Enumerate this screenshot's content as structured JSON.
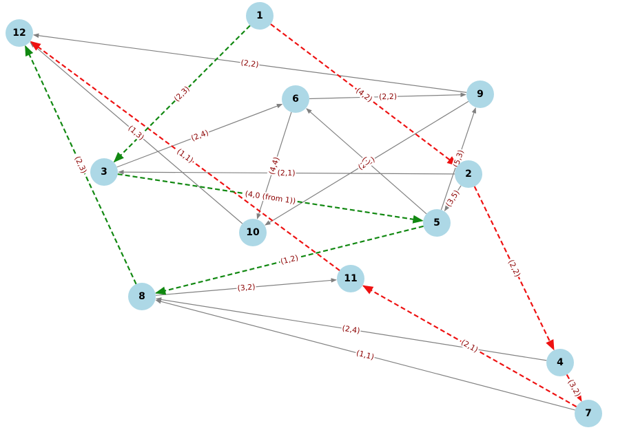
{
  "colors": {
    "node_fill": "#add8e6",
    "edge_normal": "#808080",
    "edge_red": "#ee1111",
    "edge_green": "#118811",
    "label_text": "#8b0000"
  },
  "nodes": [
    {
      "id": "1",
      "label": "1"
    },
    {
      "id": "2",
      "label": "2"
    },
    {
      "id": "3",
      "label": "3"
    },
    {
      "id": "4",
      "label": "4"
    },
    {
      "id": "5",
      "label": "5"
    },
    {
      "id": "6",
      "label": "6"
    },
    {
      "id": "7",
      "label": "7"
    },
    {
      "id": "8",
      "label": "8"
    },
    {
      "id": "9",
      "label": "9"
    },
    {
      "id": "10",
      "label": "10"
    },
    {
      "id": "11",
      "label": "11"
    },
    {
      "id": "12",
      "label": "12"
    }
  ],
  "edges": [
    {
      "from": "9",
      "to": "12",
      "label": "(2,2)",
      "style": "normal"
    },
    {
      "from": "6",
      "to": "9",
      "label": "(2,2)",
      "style": "normal"
    },
    {
      "from": "3",
      "to": "6",
      "label": "(2,4)",
      "style": "normal"
    },
    {
      "from": "6",
      "to": "10",
      "label": "(4,4)",
      "style": "normal"
    },
    {
      "from": "2",
      "to": "3",
      "label": "(2,1)",
      "style": "normal"
    },
    {
      "from": "9",
      "to": "10",
      "label": "(2,2)",
      "style": "normal"
    },
    {
      "from": "5",
      "to": "6",
      "label": "(·)",
      "style": "normal"
    },
    {
      "from": "5",
      "to": "9",
      "label": "(5,3)",
      "style": "normal"
    },
    {
      "from": "2",
      "to": "5",
      "label": "(3,5)",
      "style": "normal"
    },
    {
      "from": "10",
      "to": "12",
      "label": "(1,3)",
      "style": "normal"
    },
    {
      "from": "8",
      "to": "11",
      "label": "(3,2)",
      "style": "normal"
    },
    {
      "from": "4",
      "to": "8",
      "label": "(2,4)",
      "style": "normal"
    },
    {
      "from": "7",
      "to": "8",
      "label": "(1,1)",
      "style": "normal"
    },
    {
      "from": "1",
      "to": "2",
      "label": "(4,2)",
      "style": "red"
    },
    {
      "from": "2",
      "to": "4",
      "label": "(2,2)",
      "style": "red"
    },
    {
      "from": "4",
      "to": "7",
      "label": "(3,2)",
      "style": "red"
    },
    {
      "from": "7",
      "to": "11",
      "label": "(2,1)",
      "style": "red"
    },
    {
      "from": "11",
      "to": "12",
      "label": "(1,1)",
      "style": "red"
    },
    {
      "from": "1",
      "to": "3",
      "label": "(2,3)",
      "style": "green"
    },
    {
      "from": "3",
      "to": "5",
      "label": "(4,0 (from 1))",
      "style": "green"
    },
    {
      "from": "5",
      "to": "8",
      "label": "(1,2)",
      "style": "green"
    },
    {
      "from": "8",
      "to": "12",
      "label": "(2,3)",
      "style": "green"
    }
  ]
}
